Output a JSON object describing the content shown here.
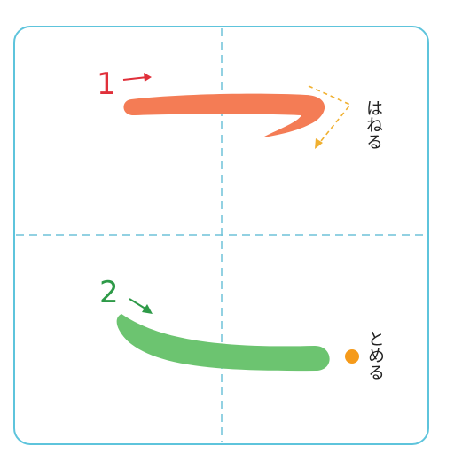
{
  "character_grid": {
    "border_color": "#5ec4dc",
    "guide_color": "#6fc2d8"
  },
  "strokes": [
    {
      "order": "1",
      "color": "#f47c55",
      "order_color": "#e0303a",
      "ending": "はねる",
      "hint_arrow_color": "#f0b030"
    },
    {
      "order": "2",
      "color": "#6cc470",
      "order_color": "#2e9a48",
      "ending": "とめる",
      "end_dot_color": "#f59a1a"
    }
  ]
}
